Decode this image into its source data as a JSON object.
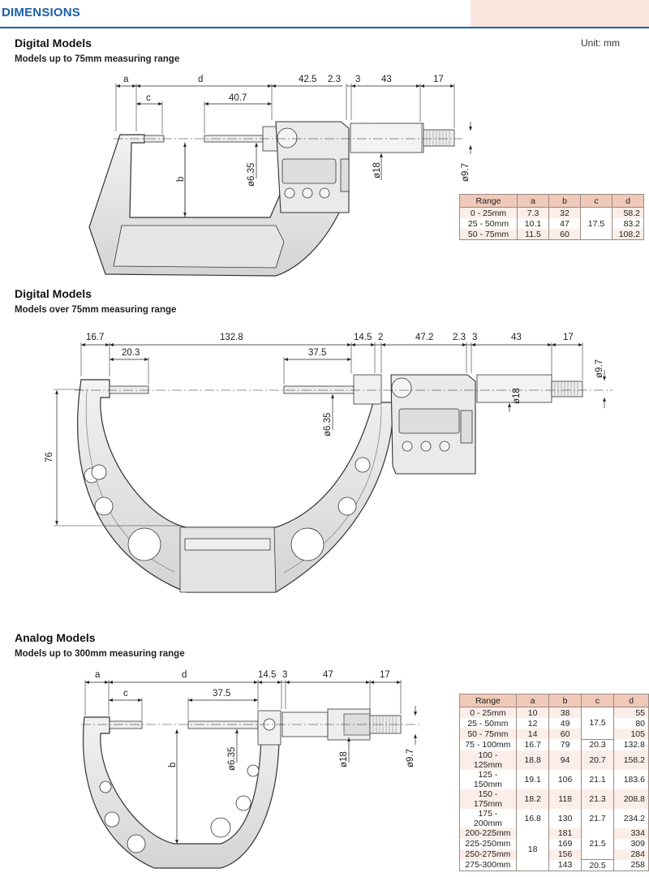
{
  "header": {
    "title": "DIMENSIONS"
  },
  "unit_label": "Unit: mm",
  "sections": [
    {
      "title": "Digital Models",
      "subtitle": "Models up to 75mm measuring range"
    },
    {
      "title": "Digital Models",
      "subtitle": "Models over 75mm measuring range"
    },
    {
      "title": "Analog Models",
      "subtitle": "Models up to 300mm measuring range"
    }
  ],
  "dims1": {
    "a": "a",
    "d": "d",
    "c": "c",
    "b": "b",
    "v42_5": "42.5",
    "v2_3": "2.3",
    "v3": "3",
    "v43": "43",
    "v17": "17",
    "v40_7": "40.7",
    "d6_35": "ø6.35",
    "d18": "ø18",
    "d9_7": "ø9.7"
  },
  "dims2": {
    "v16_7": "16.7",
    "v132_8": "132.8",
    "v14_5": "14.5",
    "v2": "2",
    "v47_2": "47.2",
    "v2_3": "2.3",
    "v3": "3",
    "v43": "43",
    "v17": "17",
    "v20_3": "20.3",
    "v37_5": "37.5",
    "v76": "76",
    "d6_35": "ø6.35",
    "d18": "ø18",
    "d9_7": "ø9.7"
  },
  "dims3": {
    "a": "a",
    "d": "d",
    "c": "c",
    "b": "b",
    "v14_5": "14.5",
    "v3": "3",
    "v47": "47",
    "v17": "17",
    "v37_5": "37.5",
    "d6_35": "ø6.35",
    "d18": "ø18",
    "d9_7": "ø9.7"
  },
  "table1": {
    "headers": [
      "Range",
      "a",
      "b",
      "c",
      "d"
    ],
    "rows": [
      {
        "range": "0 - 25mm",
        "a": "7.3",
        "b": "32",
        "d": "58.2"
      },
      {
        "range": "25 - 50mm",
        "a": "10.1",
        "b": "47",
        "d": "83.2"
      },
      {
        "range": "50 - 75mm",
        "a": "11.5",
        "b": "60",
        "d": "108.2"
      }
    ],
    "c_merged": "17.5"
  },
  "table2": {
    "headers": [
      "Range",
      "a",
      "b",
      "c",
      "d"
    ],
    "rows": [
      {
        "range": "0 - 25mm",
        "a": "10",
        "b": "38",
        "c": "",
        "d": "55"
      },
      {
        "range": "25 - 50mm",
        "a": "12",
        "b": "49",
        "c": "17.5",
        "d": "80"
      },
      {
        "range": "50 - 75mm",
        "a": "14",
        "b": "60",
        "c": "",
        "d": "105"
      },
      {
        "range": "75 - 100mm",
        "a": "16.7",
        "b": "79",
        "c": "20.3",
        "d": "132.8"
      },
      {
        "range": "100 - 125mm",
        "a": "18.8",
        "b": "94",
        "c": "20.7",
        "d": "158.2"
      },
      {
        "range": "125 - 150mm",
        "a": "19.1",
        "b": "106",
        "c": "21.1",
        "d": "183.6"
      },
      {
        "range": "150 - 175mm",
        "a": "18.2",
        "b": "118",
        "c": "21.3",
        "d": "208.8"
      },
      {
        "range": "175 - 200mm",
        "a": "16.8",
        "b": "130",
        "c": "21.7",
        "d": "234.2"
      },
      {
        "range": "200-225mm",
        "a": "",
        "b": "181",
        "c": "",
        "d": "334"
      },
      {
        "range": "225-250mm",
        "a": "18",
        "b": "169",
        "c": "21.5",
        "d": "309"
      },
      {
        "range": "250-275mm",
        "a": "",
        "b": "156",
        "c": "",
        "d": "284"
      },
      {
        "range": "275-300mm",
        "a": "",
        "b": "143",
        "c": "20.5",
        "d": "258"
      }
    ]
  }
}
